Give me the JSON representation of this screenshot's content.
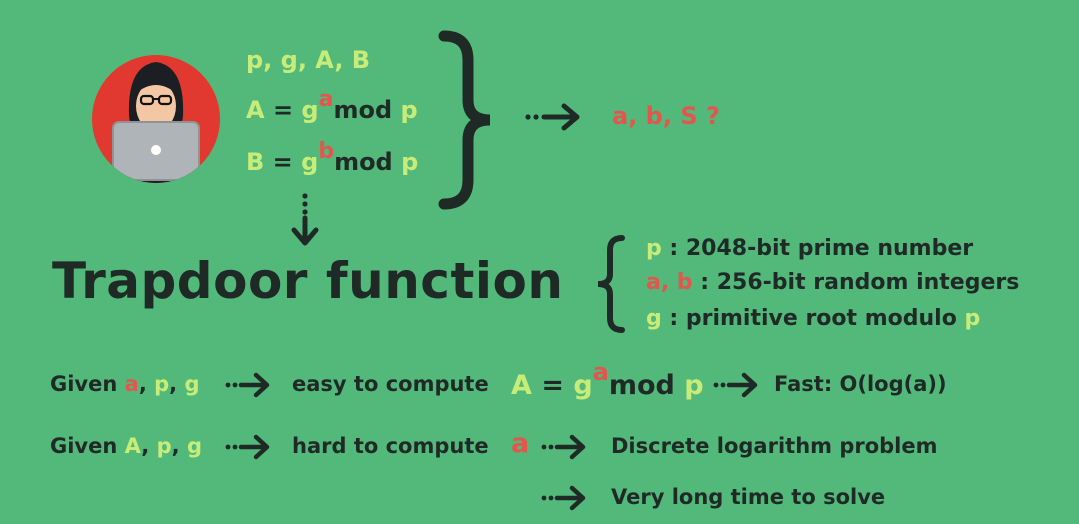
{
  "top": {
    "givens_line": "p, g, A, B",
    "eq_A": {
      "lhs": "A",
      "eq": "=",
      "base": "g",
      "exp": "a",
      "mod": "mod",
      "m": "p"
    },
    "eq_B": {
      "lhs": "B",
      "eq": "=",
      "base": "g",
      "exp": "b",
      "mod": "mod",
      "m": "p"
    },
    "unknowns": "a, b, S ?"
  },
  "title": "Trapdoor function",
  "definitions": [
    {
      "symbol": "p",
      "text": " : 2048-bit prime number",
      "symbol_color": "lime"
    },
    {
      "symbol": "a, b",
      "text": " : 256-bit random integers",
      "symbol_color": "red"
    },
    {
      "symbol": "g",
      "text": " : primitive root modulo ",
      "tail": "p",
      "symbol_color": "lime"
    }
  ],
  "row1": {
    "given": "Given",
    "v1": "a",
    "c1": ",",
    "v2": "p",
    "c2": ",",
    "v3": "g",
    "action": "easy to compute",
    "eq": {
      "lhs": "A",
      "eq": "=",
      "base": "g",
      "exp": "a",
      "mod": "mod",
      "m": "p"
    },
    "result": "Fast: O(log(a))"
  },
  "row2": {
    "given": "Given",
    "v1": "A",
    "c1": ",",
    "v2": "p",
    "c2": ",",
    "v3": "g",
    "action": "hard to compute",
    "target": "a",
    "result": "Discrete logarithm problem"
  },
  "row3": {
    "result": "Very long time to solve"
  },
  "colors": {
    "background": "#52b97a",
    "dark": "#1f2a26",
    "lime": "#c8ec78",
    "red": "#e4554e"
  }
}
